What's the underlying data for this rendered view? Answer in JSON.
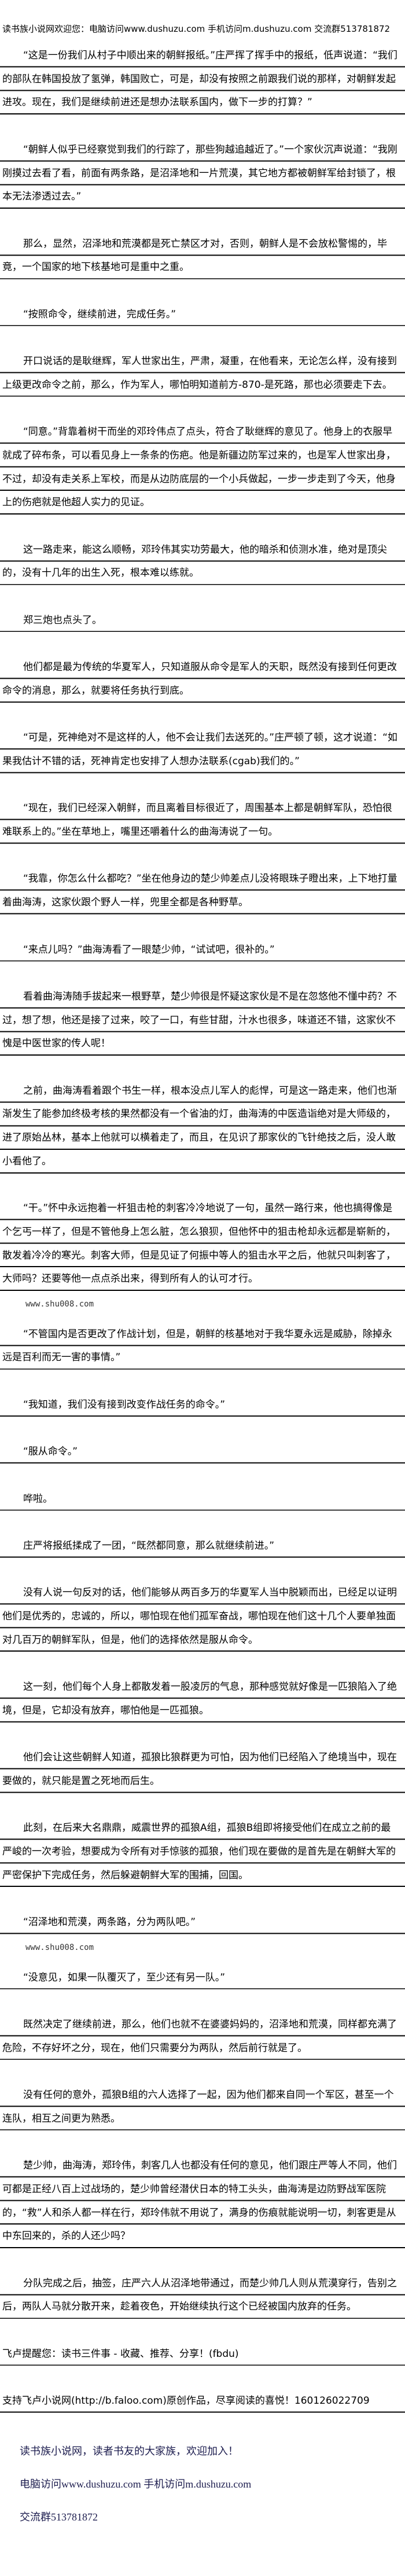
{
  "header": "读书族小说网欢迎您：电脑访问www.dushuzu.com 手机访问m.dushuzu.com 交流群513781872",
  "paragraphs": [
    {
      "text": "“这是一份我们从村子中顺出来的朝鲜报纸。”庄严挥了挥手中的报纸，低声说道：“我们的部队在韩国投放了氢弹，韩国败亡，可是，却没有按照之前跟我们说的那样，对朝鲜发起进攻。现在，我们是继续前进还是想办法联系国内，做下一步的打算？”",
      "indent": true
    },
    {
      "text": "“朝鲜人似乎已经察觉到我们的行踪了，那些狗越追越近了。”一个家伙沉声说道：“我刚刚摸过去看了看，前面有两条路，是沼泽地和一片荒漠，其它地方都被朝鲜军给封锁了，根本无法渗透过去。”",
      "indent": true
    },
    {
      "text": "那么，显然，沼泽地和荒漠都是死亡禁区才对，否则，朝鲜人是不会放松警惕的，毕竟，一个国家的地下核基地可是重中之重。",
      "indent": true
    },
    {
      "text": "“按照命令，继续前进，完成任务。”",
      "indent": true
    },
    {
      "text": "开口说话的是耿继辉，军人世家出生，严肃，凝重，在他看来，无论怎么样，没有接到上级更改命令之前，那么，作为军人，哪怕明知道前方-870-是死路，那也必须要走下去。",
      "indent": true
    },
    {
      "text": "“同意。”背靠着树干而坐的邓玲伟点了点头，符合了耿继辉的意见了。他身上的衣服早就成了碎布条，可以看见身上一条条的伤疤。他是新疆边防军过来的，也是军人世家出身，不过，却没有走关系上军校，而是从边防底层的一个小兵做起，一步一步走到了今天，他身上的伤疤就是他超人实力的见证。",
      "indent": true
    },
    {
      "text": "这一路走来，能这么顺畅，邓玲伟其实功劳最大，他的暗杀和侦测水准，绝对是顶尖的，没有十几年的出生入死，根本难以练就。",
      "indent": true
    },
    {
      "text": "郑三炮也点头了。",
      "indent": true
    },
    {
      "text": "他们都是最为传统的华夏军人，只知道服从命令是军人的天职，既然没有接到任何更改命令的消息，那么，就要将任务执行到底。",
      "indent": true
    },
    {
      "text": "“可是，死神绝对不是这样的人，他不会让我们去送死的。”庄严顿了顿，这才说道：“如果我估计不错的话，死神肯定也安排了人想办法联系(cgab)我们的。”",
      "indent": true
    },
    {
      "text": "“现在，我们已经深入朝鲜，而且离着目标很近了，周围基本上都是朝鲜军队，恐怕很难联系上的。”坐在草地上，嘴里还嚼着什么的曲海涛说了一句。",
      "indent": true
    },
    {
      "text": "“我靠，你怎么什么都吃？”坐在他身边的楚少帅差点儿没将眼珠子瞪出来，上下地打量着曲海涛，这家伙跟个野人一样，兜里全都是各种野草。",
      "indent": true
    },
    {
      "text": "“来点儿吗？”曲海涛看了一眼楚少帅，“试试吧，很补的。”",
      "indent": true
    },
    {
      "text": "看着曲海涛随手拔起来一根野草，楚少帅很是怀疑这家伙是不是在忽悠他不懂中药？不过，想了想，他还是接了过来，咬了一口，有些甘甜，汁水也很多，味道还不错，这家伙不愧是中医世家的传人呢！",
      "indent": true
    },
    {
      "text": "之前，曲海涛看着跟个书生一样，根本没点儿军人的彪悍，可是这一路走来，他们也渐渐发生了能参加终极考核的果然都没有一个省油的灯，曲海涛的中医造诣绝对是大师级的，进了原始丛林，基本上他就可以横着走了，而且，在见识了那家伙的飞针绝技之后，没人敢小看他了。",
      "indent": true
    },
    {
      "text": "“干。”怀中永远抱着一杆狙击枪的刺客冷冷地说了一句，虽然一路行来，他也搞得像是个乞丐一样了，但是不管他身上怎么脏，怎么狼狈，但他怀中的狙击枪却永远都是崭新的，散发着冷冷的寒光。刺客大师，但是见证了何振中等人的狙击水平之后，他就只叫刺客了，大师吗？还要等他一点点杀出来，得到所有人的认可才行。",
      "indent": true,
      "watermark": "www.shu008.com"
    },
    {
      "text": "“不管国内是否更改了作战计划，但是，朝鲜的核基地对于我华夏永远是威胁，除掉永远是百利而无一害的事情。”",
      "indent": true
    },
    {
      "text": "“我知道，我们没有接到改变作战任务的命令。”",
      "indent": true
    },
    {
      "text": "“服从命令。”",
      "indent": true
    },
    {
      "text": "哗啦。",
      "indent": true
    },
    {
      "text": "庄严将报纸揉成了一团，“既然都同意，那么就继续前进。”",
      "indent": true
    },
    {
      "text": "没有人说一句反对的话，他们能够从两百多万的华夏军人当中脱颖而出，已经足以证明他们是优秀的，忠诚的，所以，哪怕现在他们孤军奋战，哪怕现在他们这十几个人要单独面对几百万的朝鲜军队，但是，他们的选择依然是服从命令。",
      "indent": true
    },
    {
      "text": "这一刻，他们每个人身上都散发着一股凌厉的气息，那种感觉就好像是一匹狼陷入了绝境，但是，它却没有放弃，哪怕他是一匹孤狼。",
      "indent": true
    },
    {
      "text": "他们会让这些朝鲜人知道，孤狼比狼群更为可怕，因为他们已经陷入了绝境当中，现在要做的，就只能是置之死地而后生。",
      "indent": true
    },
    {
      "text": "此刻，在后来大名鼎鼎，威震世界的孤狼A组，孤狼B组即将接受他们在成立之前的最严峻的一次考验，想要成为令所有对手惊骇的孤狼，他们现在要做的是首先是在朝鲜大军的严密保护下完成任务，然后躲避朝鲜大军的围捕，回国。",
      "indent": true
    },
    {
      "text": "“沼泽地和荒漠，两条路，分为两队吧。”",
      "indent": true,
      "watermark": "www.shu008.com"
    },
    {
      "text": "“没意见，如果一队覆灭了，至少还有另一队。”",
      "indent": true
    },
    {
      "text": "既然决定了继续前进，那么，他们也就不在婆婆妈妈的，沼泽地和荒漠，同样都充满了危险，不存好坏之分，现在，他们只需要分为两队，然后前行就是了。",
      "indent": true
    },
    {
      "text": "没有任何的意外，孤狼B组的六人选择了一起，因为他们都来自同一个军区，甚至一个连队，相互之间更为熟悉。",
      "indent": true
    },
    {
      "text": "楚少帅，曲海涛，郑玲伟，刺客几人也都没有任何的意见，他们跟庄严等人不同，他们可都是正经八百上过战场的，楚少帅曾经潜伏日本的特工头头，曲海涛是边防野战军医院的，“救”人和杀人都一样在行，郑玲伟就不用说了，满身的伤痕就能说明一切，刺客更是从中东回来的，杀的人还少吗？",
      "indent": true
    },
    {
      "text": "分队完成之后，抽签，庄严六人从沼泽地带通过，而楚少帅几人则从荒漠穿行，告别之后，两队人马就分散开来，趁着夜色，开始继续执行这个已经被国内放弃的任务。",
      "indent": true
    },
    {
      "text": "飞卢提醒您：读书三件事 - 收藏、推荐、分享！(fbdu)",
      "indent": false
    },
    {
      "text": "支持飞卢小说网(http://b.faloo.com)原创作品，尽享阅读的喜悦！160126022709",
      "indent": false
    }
  ],
  "footer": {
    "line1": "读书族小说网，读者书友的大家族，欢迎加入！",
    "line2": "电脑访问www.dushuzu.com 手机访问m.dushuzu.com",
    "line3": "交流群513781872",
    "color": "#1c1c4e"
  }
}
